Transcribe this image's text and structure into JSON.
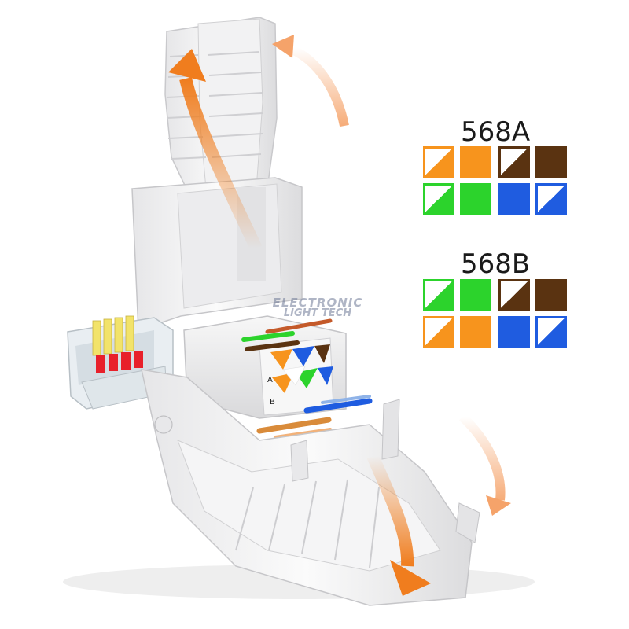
{
  "legend_568a": {
    "title": "568A",
    "swatches": [
      {
        "color": "#f7941d",
        "striped": true
      },
      {
        "color": "#f7941d",
        "striped": false
      },
      {
        "color": "#5a3311",
        "striped": true
      },
      {
        "color": "#5a3311",
        "striped": false
      },
      {
        "color": "#2cd32c",
        "striped": true
      },
      {
        "color": "#2cd32c",
        "striped": false
      },
      {
        "color": "#1f5ce0",
        "striped": false
      },
      {
        "color": "#1f5ce0",
        "striped": true
      }
    ]
  },
  "legend_568b": {
    "title": "568B",
    "swatches": [
      {
        "color": "#2cd32c",
        "striped": true
      },
      {
        "color": "#2cd32c",
        "striped": false
      },
      {
        "color": "#5a3311",
        "striped": true
      },
      {
        "color": "#5a3311",
        "striped": false
      },
      {
        "color": "#f7941d",
        "striped": true
      },
      {
        "color": "#f7941d",
        "striped": false
      },
      {
        "color": "#1f5ce0",
        "striped": false
      },
      {
        "color": "#1f5ce0",
        "striped": true
      }
    ]
  },
  "watermark": {
    "line1": "ELECTRONIC",
    "line2": "LIGHT TECH"
  },
  "pin_labels": {
    "a": "A",
    "b": "B"
  },
  "colors": {
    "arrow": "#f07d1e",
    "housing": "#f4f4f4",
    "housing_shadow": "#d4d4d6",
    "pin_gold": "#f2e36a",
    "pin_red": "#e8202a"
  },
  "icons": {
    "connector": "rj45-connector-icon",
    "arrow": "curved-arrow-icon"
  }
}
